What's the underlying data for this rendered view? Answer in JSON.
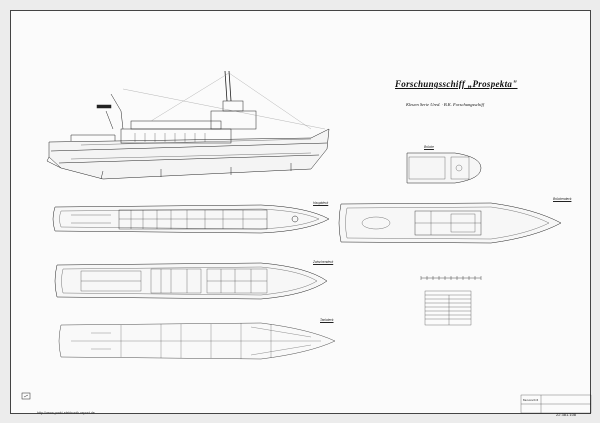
{
  "title": "Forschungsschiff „Prospekta\"",
  "subtitle": "Kleuen Serie Ured. · B.K. Forschungsschiff",
  "labels": {
    "brucke": "Brücke",
    "bruckendeck": "Brückendeck",
    "hauptdeck": "Hauptdeck",
    "zwischendeck": "Zwischendeck",
    "tankdeck": "Tankdeck"
  },
  "footer": {
    "url": "http://www.prakt-elektronik-report.de",
    "drawing_no": "22 381.108",
    "title_block": "Bauvorschrift"
  }
}
